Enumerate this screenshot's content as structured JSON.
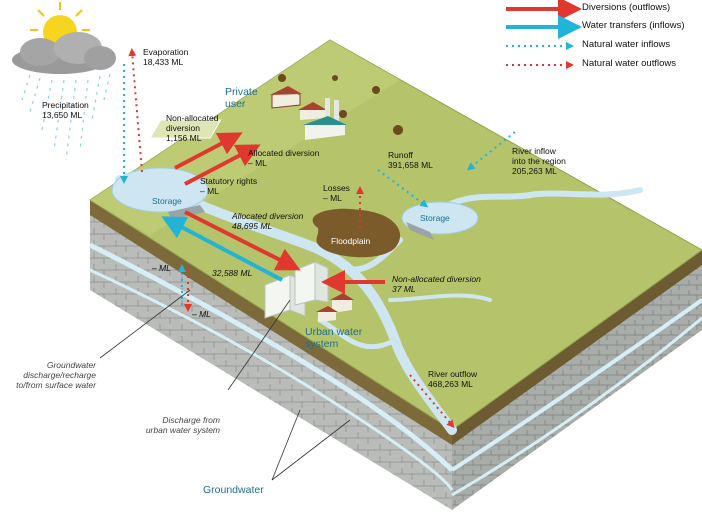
{
  "legend": [
    {
      "label": "Diversions (outflows)",
      "color": "#e0372e",
      "style": "solid"
    },
    {
      "label": "Water transfers (inflows)",
      "color": "#21b4d6",
      "style": "solid"
    },
    {
      "label": "Natural water inflows",
      "color": "#21b4d6",
      "style": "dotted"
    },
    {
      "label": "Natural water outflows",
      "color": "#e0372e",
      "style": "dotted"
    }
  ],
  "labels": {
    "evaporation": {
      "name": "Evaporation",
      "value": "18,433 ML"
    },
    "precipitation": {
      "name": "Precipitation",
      "value": "13,650 ML"
    },
    "private_user": {
      "line1": "Private",
      "line2": "user"
    },
    "non_allocated_left": {
      "line1": "Non-allocated",
      "line2": "diversion",
      "value": "1,156 ML"
    },
    "allocated_upper": {
      "name": "Allocated diversion",
      "value": "– ML"
    },
    "statutory": {
      "name": "Statutory rights",
      "value": "– ML"
    },
    "storage_left": "Storage",
    "storage_right": "Storage",
    "losses": {
      "name": "Losses",
      "value": "– ML"
    },
    "runoff": {
      "name": "Runoff",
      "value": "391,658 ML"
    },
    "river_inflow": {
      "line1": "River inflow",
      "line2": "into the region",
      "value": "205,263 ML"
    },
    "allocated_main": {
      "name": "Allocated diversion",
      "value": "48,695 ML"
    },
    "floodplain": "Floodplain",
    "transfer_value": "32,588 ML",
    "gw_upper": "– ML",
    "gw_lower": "– ML",
    "non_allocated_right": {
      "name": "Non-allocated diversion",
      "value": "37 ML"
    },
    "urban": {
      "line1": "Urban water",
      "line2": "system"
    },
    "gw_exchange": {
      "line1": "Groundwater",
      "line2": "discharge/recharge",
      "line3": "to/from surface water"
    },
    "urban_discharge": {
      "line1": "Discharge from",
      "line2": "urban water system"
    },
    "river_outflow": {
      "name": "River outflow",
      "value": "468,263 ML"
    },
    "groundwater": "Groundwater"
  },
  "colors": {
    "outflow": "#e0372e",
    "inflow": "#21b4d6",
    "land": "#b5c46a",
    "water": "#cde6f1",
    "label_blue": "#1f6f8c",
    "floodplain": "#7b5b2a"
  }
}
